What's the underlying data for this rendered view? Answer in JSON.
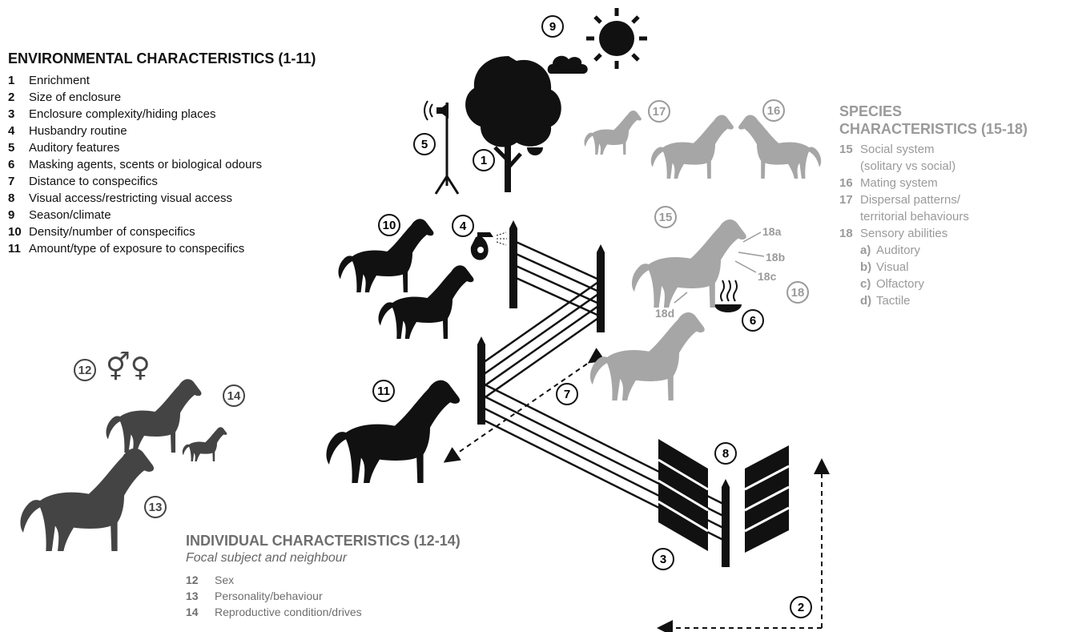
{
  "environmental": {
    "title": "ENVIRONMENTAL CHARACTERISTICS (1-11)",
    "items": [
      {
        "num": "1",
        "label": "Enrichment"
      },
      {
        "num": "2",
        "label": "Size of enclosure"
      },
      {
        "num": "3",
        "label": "Enclosure complexity/hiding places"
      },
      {
        "num": "4",
        "label": "Husbandry routine"
      },
      {
        "num": "5",
        "label": "Auditory features"
      },
      {
        "num": "6",
        "label": "Masking agents, scents or biological odours"
      },
      {
        "num": "7",
        "label": "Distance to conspecifics"
      },
      {
        "num": "8",
        "label": "Visual access/restricting visual access"
      },
      {
        "num": "9",
        "label": "Season/climate"
      },
      {
        "num": "10",
        "label": "Density/number of conspecifics"
      },
      {
        "num": "11",
        "label": "Amount/type of exposure to conspecifics"
      }
    ]
  },
  "species": {
    "title_line1": "SPECIES",
    "title_line2": "CHARACTERISTICS (15-18)",
    "items": [
      {
        "num": "15",
        "label": "Social system",
        "label2": "(solitary vs social)"
      },
      {
        "num": "16",
        "label": "Mating system"
      },
      {
        "num": "17",
        "label": "Dispersal patterns/",
        "label2": "territorial behaviours"
      },
      {
        "num": "18",
        "label": "Sensory abilities"
      }
    ],
    "senses": [
      {
        "letter": "a)",
        "label": "Auditory"
      },
      {
        "letter": "b)",
        "label": "Visual"
      },
      {
        "letter": "c)",
        "label": "Olfactory"
      },
      {
        "letter": "d)",
        "label": "Tactile"
      }
    ]
  },
  "individual": {
    "title": "INDIVIDUAL CHARACTERISTICS (12-14)",
    "subtitle": "Focal subject and neighbour",
    "items": [
      {
        "num": "12",
        "label": "Sex"
      },
      {
        "num": "13",
        "label": "Personality/behaviour"
      },
      {
        "num": "14",
        "label": "Reproductive condition/drives"
      }
    ]
  },
  "diagram_labels": {
    "n1": "1",
    "n2": "2",
    "n3": "3",
    "n4": "4",
    "n5": "5",
    "n6": "6",
    "n7": "7",
    "n8": "8",
    "n9": "9",
    "n10": "10",
    "n11": "11",
    "n12": "12",
    "n13": "13",
    "n14": "14",
    "n15": "15",
    "n16": "16",
    "n17": "17",
    "n18": "18",
    "s18a": "18a",
    "s18b": "18b",
    "s18c": "18c",
    "s18d": "18d",
    "sex_symbol": "⚥♀"
  },
  "colors": {
    "black": "#111111",
    "dark_grey": "#444444",
    "light_grey": "#a6a6a6"
  }
}
